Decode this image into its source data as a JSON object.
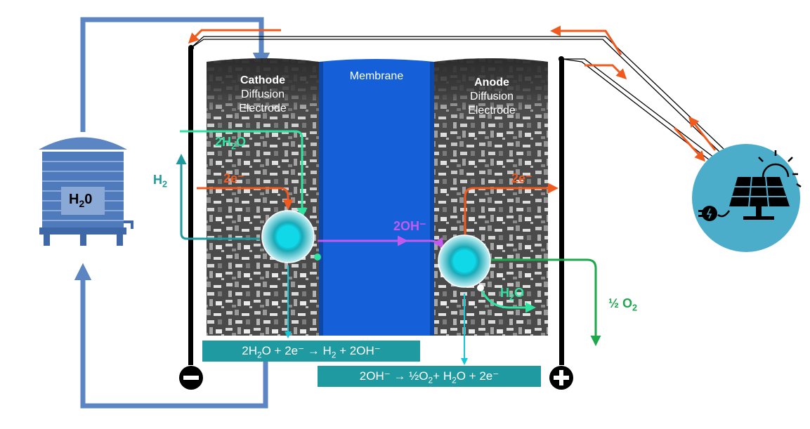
{
  "labels": {
    "cathode": "Cathode",
    "cathode_sub1": "Diffusion",
    "cathode_sub2": "Electrode",
    "membrane": "Membrane",
    "anode": "Anode",
    "anode_sub1": "Diffusion",
    "anode_sub2": "Electrode"
  },
  "tank": {
    "label_main": "H",
    "label_sub": "2",
    "label_end": "0"
  },
  "species": {
    "water_in": {
      "main": "2H",
      "sub": "2",
      "end": "O"
    },
    "electrons_in": "2e⁻",
    "hydrogen": {
      "main": "H",
      "sub": "2"
    },
    "hydroxide": "2OH⁻",
    "electrons_out": "2e⁻",
    "water_out": {
      "main": "H",
      "sub": "2",
      "end": "O"
    },
    "oxygen": {
      "main": "½ O",
      "sub": "2"
    }
  },
  "equations": {
    "cathode": {
      "a": "2H",
      "b": "2",
      "c": "O + 2e⁻ → H",
      "d": "2",
      "e": " + 2OH⁻"
    },
    "anode": {
      "a": "2OH⁻ → ½O",
      "b": "2",
      "c": "+ H",
      "d": "2",
      "e": "O + 2e⁻"
    }
  },
  "terminals": {
    "negative": "−",
    "positive": "+"
  },
  "colors": {
    "water_pipe": "#5b86c3",
    "electron_flow": "#f05a1e",
    "hydroxide_flow": "#c35af0",
    "water_flow": "#2de3a0",
    "oxygen_flow": "#1ea84b",
    "hydrogen_flow": "#1e9aa0",
    "membrane": "#1560d8",
    "solar_circle": "#4badc9",
    "equation_box": "#1e9aa0"
  },
  "icons": [
    "water-tank-icon",
    "solar-panel-icon",
    "sun-icon",
    "plug-icon",
    "negative-terminal-icon",
    "positive-terminal-icon",
    "catalyst-particle-icon"
  ]
}
